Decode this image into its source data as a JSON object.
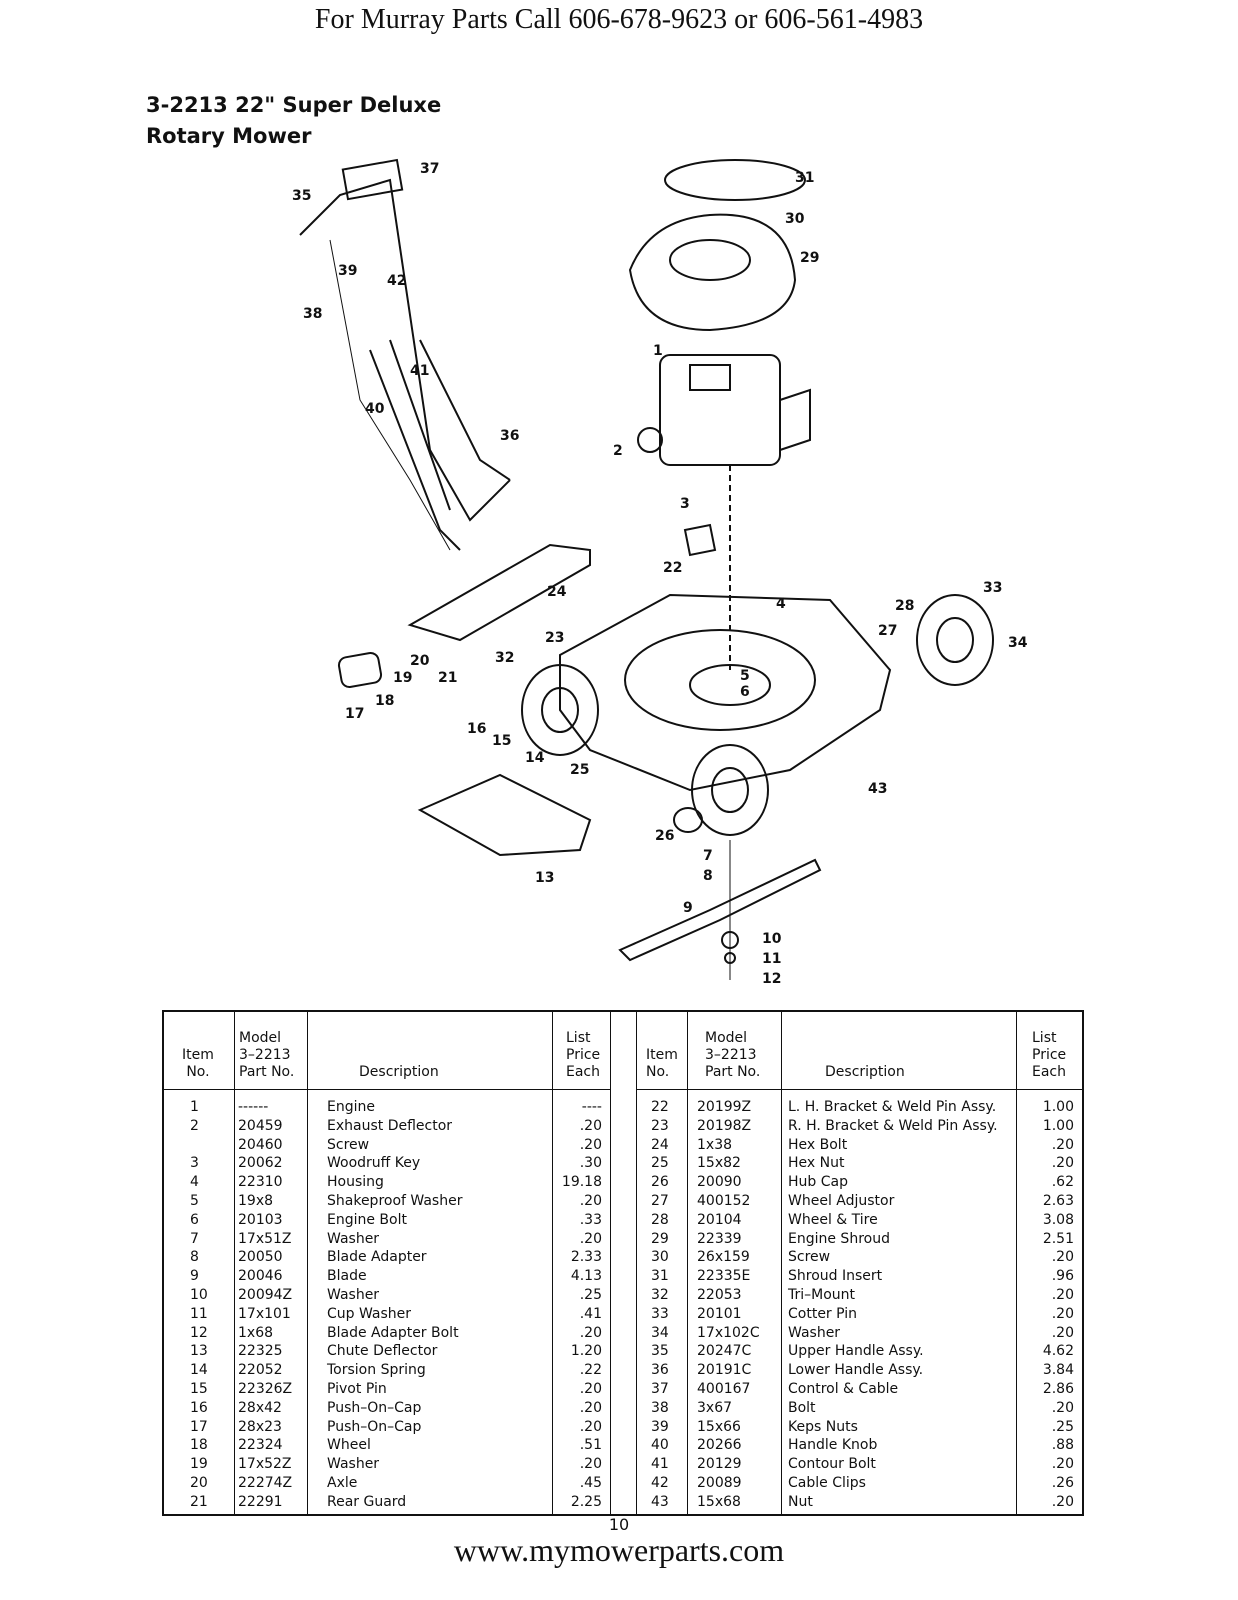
{
  "header": {
    "phone_line": "For Murray Parts Call 606-678-9623 or 606-561-4983"
  },
  "title": {
    "line1": "3-2213 22\" Super Deluxe",
    "line2": "Rotary Mower"
  },
  "diagram": {
    "callouts": [
      "1",
      "2",
      "3",
      "4",
      "5",
      "6",
      "7",
      "8",
      "9",
      "10",
      "11",
      "12",
      "13",
      "14",
      "15",
      "16",
      "17",
      "18",
      "19",
      "20",
      "21",
      "22",
      "23",
      "24",
      "25",
      "26",
      "27",
      "28",
      "29",
      "30",
      "31",
      "32",
      "33",
      "34",
      "35",
      "36",
      "37",
      "38",
      "39",
      "40",
      "41",
      "42",
      "43"
    ]
  },
  "table": {
    "headers": {
      "item": [
        "Item",
        "No."
      ],
      "model": [
        "Model",
        "3–2213",
        "Part No."
      ],
      "description": [
        "Description"
      ],
      "price": [
        "List",
        "Price",
        "Each"
      ]
    },
    "left_rows": [
      {
        "item": "1",
        "part": "------",
        "desc": "Engine",
        "price": "----"
      },
      {
        "item": "2",
        "part": "20459",
        "desc": "Exhaust Deflector",
        "price": ".20"
      },
      {
        "item": "",
        "part": "20460",
        "desc": "Screw",
        "price": ".20"
      },
      {
        "item": "3",
        "part": "20062",
        "desc": "Woodruff Key",
        "price": ".30"
      },
      {
        "item": "4",
        "part": "22310",
        "desc": "Housing",
        "price": "19.18"
      },
      {
        "item": "5",
        "part": "19x8",
        "desc": "Shakeproof Washer",
        "price": ".20"
      },
      {
        "item": "6",
        "part": "20103",
        "desc": "Engine Bolt",
        "price": ".33"
      },
      {
        "item": "7",
        "part": "17x51Z",
        "desc": "Washer",
        "price": ".20"
      },
      {
        "item": "8",
        "part": "20050",
        "desc": "Blade Adapter",
        "price": "2.33"
      },
      {
        "item": "9",
        "part": "20046",
        "desc": "Blade",
        "price": "4.13"
      },
      {
        "item": "10",
        "part": "20094Z",
        "desc": "Washer",
        "price": ".25"
      },
      {
        "item": "11",
        "part": "17x101",
        "desc": "Cup Washer",
        "price": ".41"
      },
      {
        "item": "12",
        "part": "1x68",
        "desc": "Blade Adapter Bolt",
        "price": ".20"
      },
      {
        "item": "13",
        "part": "22325",
        "desc": "Chute Deflector",
        "price": "1.20"
      },
      {
        "item": "14",
        "part": "22052",
        "desc": "Torsion Spring",
        "price": ".22"
      },
      {
        "item": "15",
        "part": "22326Z",
        "desc": "Pivot Pin",
        "price": ".20"
      },
      {
        "item": "16",
        "part": "28x42",
        "desc": "Push–On–Cap",
        "price": ".20"
      },
      {
        "item": "17",
        "part": "28x23",
        "desc": "Push–On–Cap",
        "price": ".20"
      },
      {
        "item": "18",
        "part": "22324",
        "desc": "Wheel",
        "price": ".51"
      },
      {
        "item": "19",
        "part": "17x52Z",
        "desc": "Washer",
        "price": ".20"
      },
      {
        "item": "20",
        "part": "22274Z",
        "desc": "Axle",
        "price": ".45"
      },
      {
        "item": "21",
        "part": "22291",
        "desc": "Rear Guard",
        "price": "2.25"
      }
    ],
    "right_rows": [
      {
        "item": "22",
        "part": "20199Z",
        "desc": "L. H. Bracket & Weld Pin Assy.",
        "price": "1.00"
      },
      {
        "item": "23",
        "part": "20198Z",
        "desc": "R. H. Bracket & Weld Pin Assy.",
        "price": "1.00"
      },
      {
        "item": "24",
        "part": "1x38",
        "desc": "Hex Bolt",
        "price": ".20"
      },
      {
        "item": "25",
        "part": "15x82",
        "desc": "Hex Nut",
        "price": ".20"
      },
      {
        "item": "26",
        "part": "20090",
        "desc": "Hub Cap",
        "price": ".62"
      },
      {
        "item": "27",
        "part": "400152",
        "desc": "Wheel Adjustor",
        "price": "2.63"
      },
      {
        "item": "28",
        "part": "20104",
        "desc": "Wheel & Tire",
        "price": "3.08"
      },
      {
        "item": "29",
        "part": "22339",
        "desc": "Engine Shroud",
        "price": "2.51"
      },
      {
        "item": "30",
        "part": "26x159",
        "desc": "Screw",
        "price": ".20"
      },
      {
        "item": "31",
        "part": "22335E",
        "desc": "Shroud Insert",
        "price": ".96"
      },
      {
        "item": "32",
        "part": "22053",
        "desc": "Tri–Mount",
        "price": ".20"
      },
      {
        "item": "33",
        "part": "20101",
        "desc": "Cotter Pin",
        "price": ".20"
      },
      {
        "item": "34",
        "part": "17x102C",
        "desc": "Washer",
        "price": ".20"
      },
      {
        "item": "35",
        "part": "20247C",
        "desc": "Upper Handle Assy.",
        "price": "4.62"
      },
      {
        "item": "36",
        "part": "20191C",
        "desc": "Lower Handle Assy.",
        "price": "3.84"
      },
      {
        "item": "37",
        "part": "400167",
        "desc": "Control & Cable",
        "price": "2.86"
      },
      {
        "item": "38",
        "part": "3x67",
        "desc": "Bolt",
        "price": ".20"
      },
      {
        "item": "39",
        "part": "15x66",
        "desc": "Keps Nuts",
        "price": ".25"
      },
      {
        "item": "40",
        "part": "20266",
        "desc": "Handle Knob",
        "price": ".88"
      },
      {
        "item": "41",
        "part": "20129",
        "desc": "Contour Bolt",
        "price": ".20"
      },
      {
        "item": "42",
        "part": "20089",
        "desc": "Cable Clips",
        "price": ".26"
      },
      {
        "item": "43",
        "part": "15x68",
        "desc": "Nut",
        "price": ".20"
      }
    ]
  },
  "footer": {
    "page_number": "10",
    "website": "www.mymowerparts.com"
  }
}
